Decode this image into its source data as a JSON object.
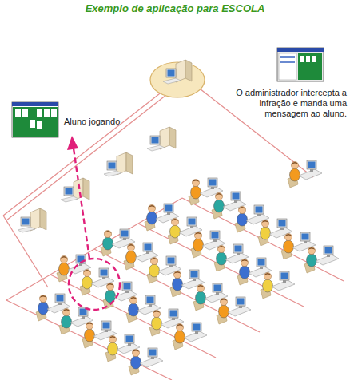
{
  "diagram": {
    "title": "Exemplo de aplicação para ESCOLA",
    "labels": [
      "Aluno jogando",
      "O administrador intercepta a infração e manda uma mensagem ao aluno."
    ]
  }
}
